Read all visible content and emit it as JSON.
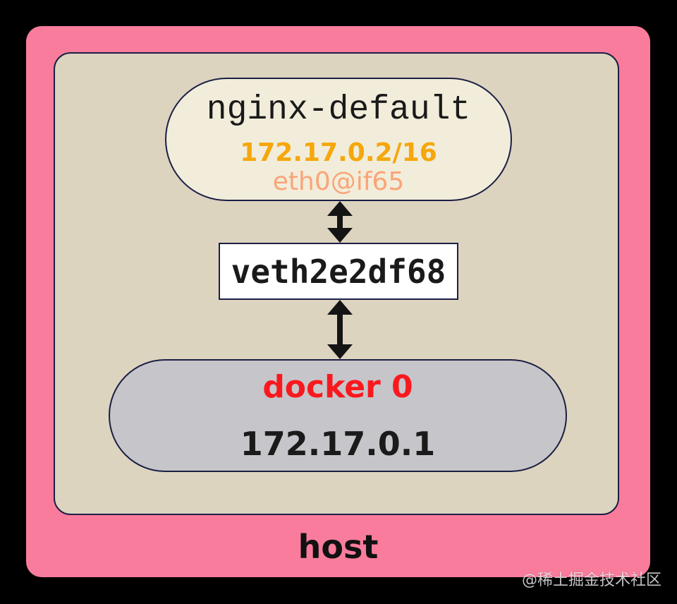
{
  "diagram": {
    "container": {
      "name": "nginx-default",
      "ip": "172.17.0.2/16",
      "interface": "eth0@if65"
    },
    "veth": {
      "name": "veth2e2df68"
    },
    "bridge": {
      "name": "docker 0",
      "ip": "172.17.0.1"
    },
    "host_label": "host",
    "watermark": "@稀土掘金技术社区"
  },
  "colors": {
    "background": "#000000",
    "host_fill": "#fa7c9d",
    "namespace_fill": "#ddd4c0",
    "container_fill": "#f1edda",
    "veth_fill": "#ffffff",
    "bridge_fill": "#c6c5c9",
    "node_border": "#1b1f44",
    "arrow": "#141414",
    "container_ip_accent": "#f5a70b",
    "container_interface_accent": "#fba478",
    "bridge_name_accent": "#f8191f",
    "text": "#1a1a1a"
  }
}
